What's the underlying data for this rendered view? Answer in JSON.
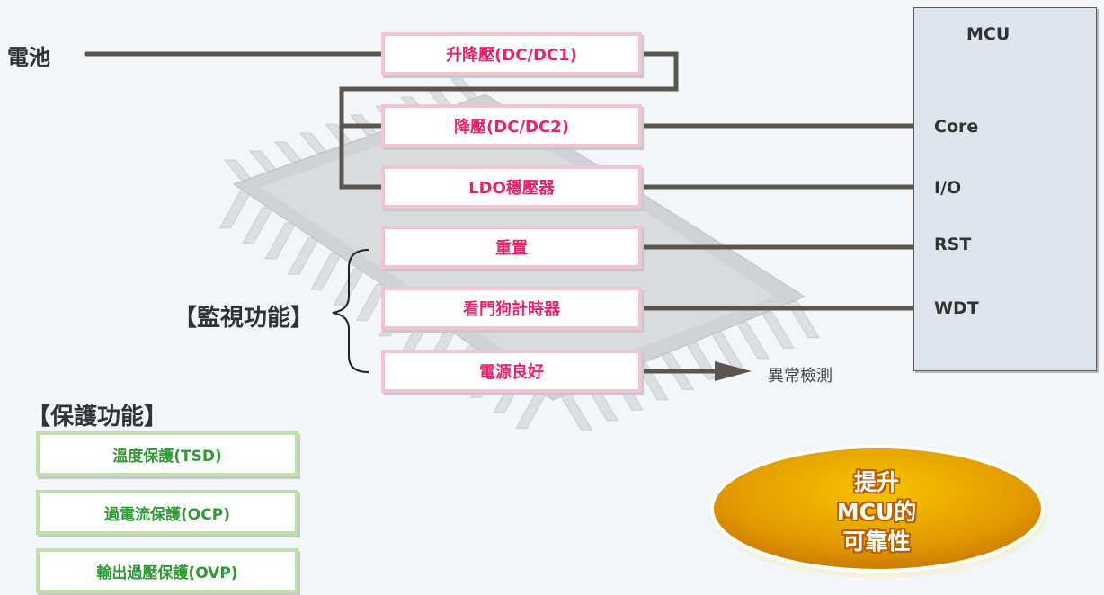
{
  "battery_label": "電池",
  "functions": [
    {
      "id": "dcdc1",
      "label": "升降壓(DC/DC1)"
    },
    {
      "id": "dcdc2",
      "label": "降壓(DC/DC2)"
    },
    {
      "id": "ldo",
      "label": "LDO穩壓器"
    },
    {
      "id": "reset",
      "label": "重置"
    },
    {
      "id": "watchdog",
      "label": "看門狗計時器"
    },
    {
      "id": "power-good",
      "label": "電源良好"
    }
  ],
  "monitoring_label": "【監視功能】",
  "protection": {
    "heading": "【保護功能】",
    "items": [
      "溫度保護(TSD)",
      "過電流保護(OCP)",
      "輸出過壓保護(OVP)"
    ]
  },
  "mcu": {
    "title": "MCU",
    "pins": {
      "core": "Core",
      "io": "I/O",
      "rst": "RST",
      "wdt": "WDT"
    }
  },
  "anomaly_label": "異常檢測",
  "reliability_lines": [
    "提升",
    "MCU的",
    "可靠性"
  ],
  "colors": {
    "function_text": "#e6246e",
    "function_border": "#f0c4d2",
    "protection_text": "#2f9a35",
    "protection_border": "#bfe0a8",
    "wire": "#5b5550",
    "ellipse": "#e0a000"
  }
}
